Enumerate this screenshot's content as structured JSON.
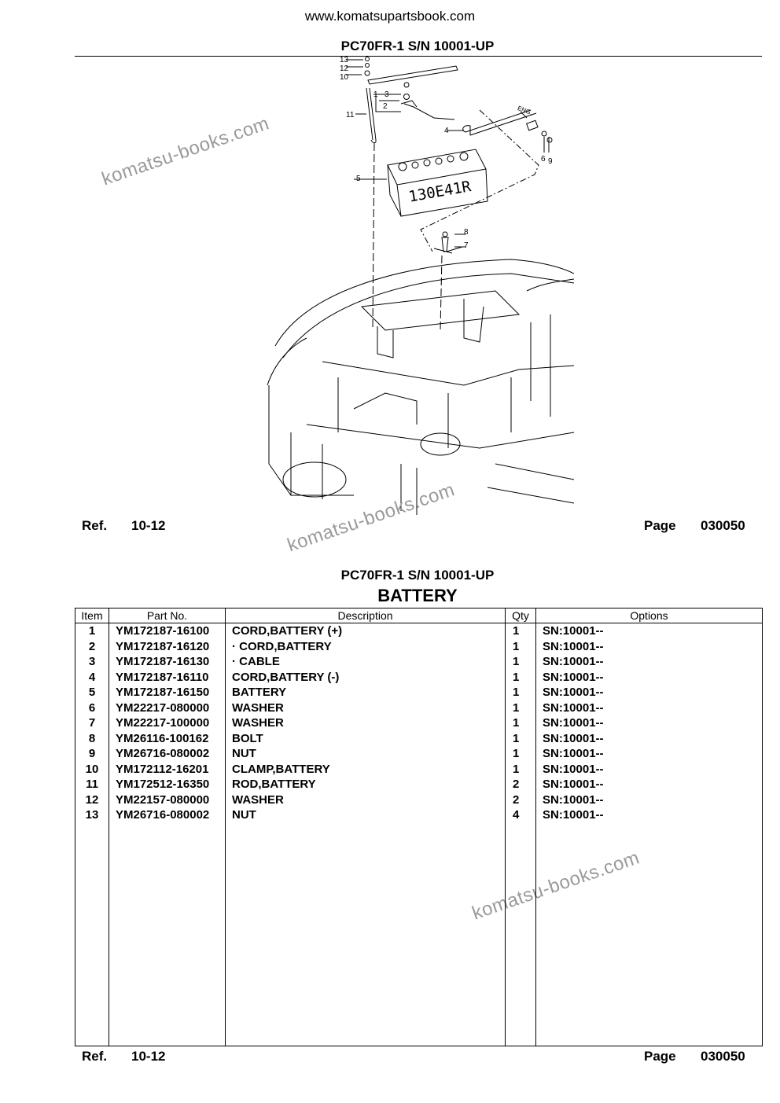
{
  "website": "www.komatsupartsbook.com",
  "model_header": "PC70FR-1 S/N 10001-UP",
  "section_title": "BATTERY",
  "footer": {
    "ref_label": "Ref.",
    "ref_value": "10-12",
    "page_label": "Page",
    "page_value": "030050"
  },
  "watermark": "komatsu-books.com",
  "diagram": {
    "battery_label": "130E41R",
    "eng_label": "ENG.",
    "callouts": [
      "13",
      "12",
      "10",
      "11",
      "1",
      "3",
      "2",
      "4",
      "5",
      "6",
      "9",
      "8",
      "7"
    ]
  },
  "table": {
    "columns": [
      "Item",
      "Part No.",
      "Description",
      "Qty",
      "Options"
    ],
    "rows": [
      {
        "item": "1",
        "part": "YM172187-16100",
        "desc": "CORD,BATTERY (+)",
        "qty": "1",
        "opt": "SN:10001--"
      },
      {
        "item": "2",
        "part": "YM172187-16120",
        "desc": "· CORD,BATTERY",
        "qty": "1",
        "opt": "SN:10001--"
      },
      {
        "item": "3",
        "part": "YM172187-16130",
        "desc": "· CABLE",
        "qty": "1",
        "opt": "SN:10001--"
      },
      {
        "item": "4",
        "part": "YM172187-16110",
        "desc": "CORD,BATTERY (-)",
        "qty": "1",
        "opt": "SN:10001--"
      },
      {
        "item": "5",
        "part": "YM172187-16150",
        "desc": "BATTERY",
        "qty": "1",
        "opt": "SN:10001--"
      },
      {
        "item": "6",
        "part": "YM22217-080000",
        "desc": "WASHER",
        "qty": "1",
        "opt": "SN:10001--"
      },
      {
        "item": "7",
        "part": "YM22217-100000",
        "desc": "WASHER",
        "qty": "1",
        "opt": "SN:10001--"
      },
      {
        "item": "8",
        "part": "YM26116-100162",
        "desc": "BOLT",
        "qty": "1",
        "opt": "SN:10001--"
      },
      {
        "item": "9",
        "part": "YM26716-080002",
        "desc": "NUT",
        "qty": "1",
        "opt": "SN:10001--"
      },
      {
        "item": "10",
        "part": "YM172112-16201",
        "desc": "CLAMP,BATTERY",
        "qty": "1",
        "opt": "SN:10001--"
      },
      {
        "item": "11",
        "part": "YM172512-16350",
        "desc": "ROD,BATTERY",
        "qty": "2",
        "opt": "SN:10001--"
      },
      {
        "item": "12",
        "part": "YM22157-080000",
        "desc": "WASHER",
        "qty": "2",
        "opt": "SN:10001--"
      },
      {
        "item": "13",
        "part": "YM26716-080002",
        "desc": "NUT",
        "qty": "4",
        "opt": "SN:10001--"
      }
    ]
  }
}
